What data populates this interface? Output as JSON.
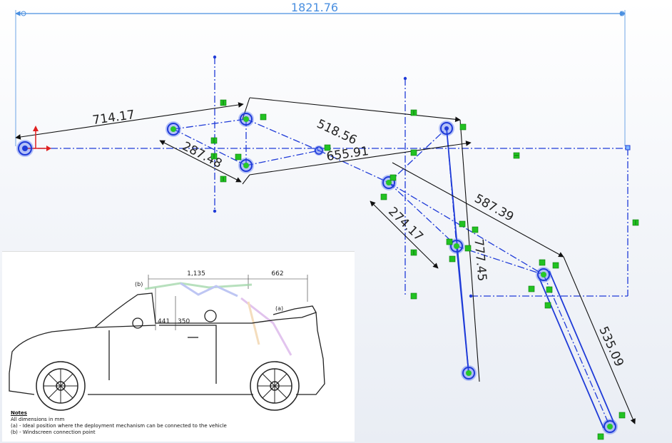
{
  "diagram": {
    "overall_dimension": "1821.76",
    "dimensions": {
      "link_714": "714.17",
      "link_287": "287.48",
      "link_518": "518.56",
      "link_655": "655.91",
      "link_274": "274.17",
      "link_587": "587.39",
      "link_777": "777.45",
      "link_535": "535.09"
    },
    "colors": {
      "construction_line": "#1f3bd8",
      "dimension_line": "#111111",
      "relation_badge": "#22c222",
      "top_dimension": "#4a8fe0",
      "origin_x_axis": "#e02020"
    }
  },
  "inset": {
    "dim_top_left": "1,135",
    "dim_top_right": "662",
    "dim_441": "441",
    "dim_350": "350",
    "label_b": "(b)",
    "label_a": "(a)",
    "notes": {
      "title": "Notes",
      "line1": "All dimensions in mm",
      "line2": "(a) - Ideal position where the deployment mechanism can be connected to the vehicle",
      "line3": "(b) - Windscreen connection point"
    }
  }
}
